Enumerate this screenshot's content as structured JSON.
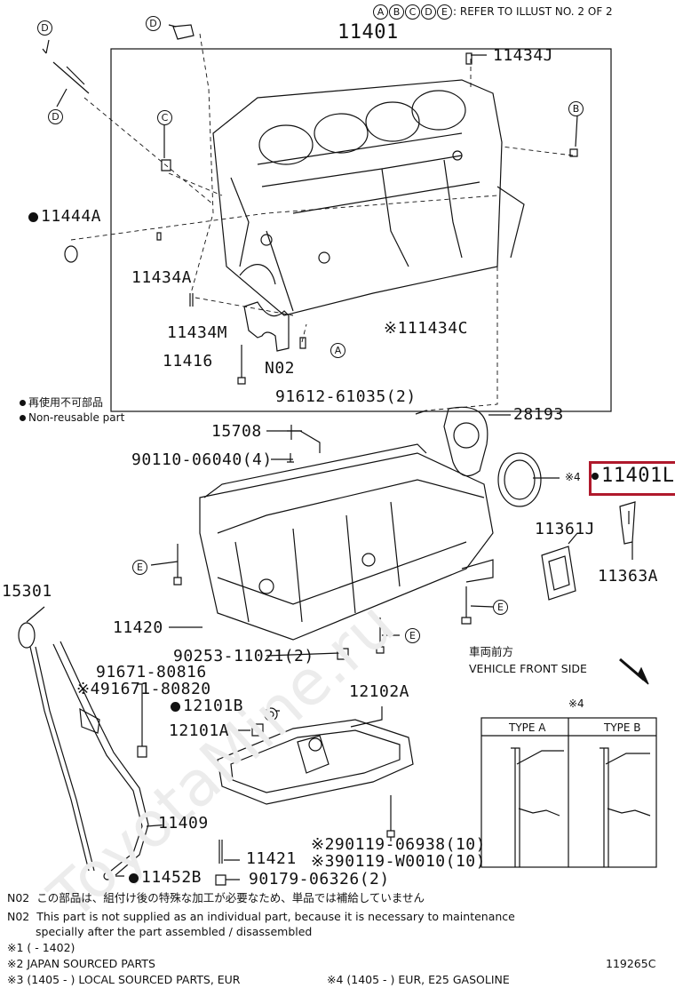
{
  "header": {
    "refer_letters": [
      "A",
      "B",
      "C",
      "D",
      "E"
    ],
    "refer_text": ": REFER TO ILLUST NO. 2 OF 2"
  },
  "watermark": "ToyotaMine.ru",
  "highlight_color": "#b0192c",
  "parts": {
    "p11401": "11401",
    "p11434J": "11434J",
    "p11444A": "11444A",
    "p11434A": "11434A",
    "p11434M": "11434M",
    "p11434C": "11434C",
    "p11416": "11416",
    "pN02": "N02",
    "p91612": "91612-61035(2)",
    "p28193": "28193",
    "p15708": "15708",
    "p90110": "90110-06040(4)",
    "p11401L": "11401L",
    "p11361J": "11361J",
    "p11363A": "11363A",
    "p15301": "15301",
    "p11420": "11420",
    "p90253": "90253-11021(2)",
    "p91671a": "91671-80816",
    "p91671b": "91671-80820",
    "p12102A": "12102A",
    "p12101B": "12101B",
    "p12101A": "12101A",
    "p11409": "11409",
    "p90119a": "90119-06938(10)",
    "p90119b": "90119-W0010(10)",
    "p11421": "11421",
    "p11452B": "11452B",
    "p90179": "90179-06326(2)"
  },
  "marks": {
    "k1": "※1",
    "k2": "※2",
    "k3": "※3",
    "k4": "※4"
  },
  "legend": {
    "jp": "再使用不可部品",
    "en": "Non-reusable part"
  },
  "front": {
    "jp": "車両前方",
    "en": "VEHICLE FRONT SIDE"
  },
  "type_box": {
    "mark": "※4",
    "type_a": "TYPE A",
    "type_b": "TYPE B"
  },
  "callouts": {
    "A": "A",
    "B": "B",
    "C": "C",
    "D": "D",
    "E": "E"
  },
  "notes": {
    "n02_jp_code": "N02",
    "n02_jp": "この部品は、組付け後の特殊な加工が必要なため、単品では補給していません",
    "n02_en_code": "N02",
    "n02_en_1": "This part is not supplied as an individual part, because it is necessary to maintenance",
    "n02_en_2": "specially after the part assembled / disassembled",
    "k1_line": "※1 (          - 1402)",
    "k2_line": "※2 JAPAN SOURCED PARTS",
    "k3_line": "※3 (1405 -        ) LOCAL SOURCED PARTS, EUR",
    "k4_line": "※4 (1405 -        ) EUR, E25 GASOLINE",
    "illus_code": "119265C"
  }
}
